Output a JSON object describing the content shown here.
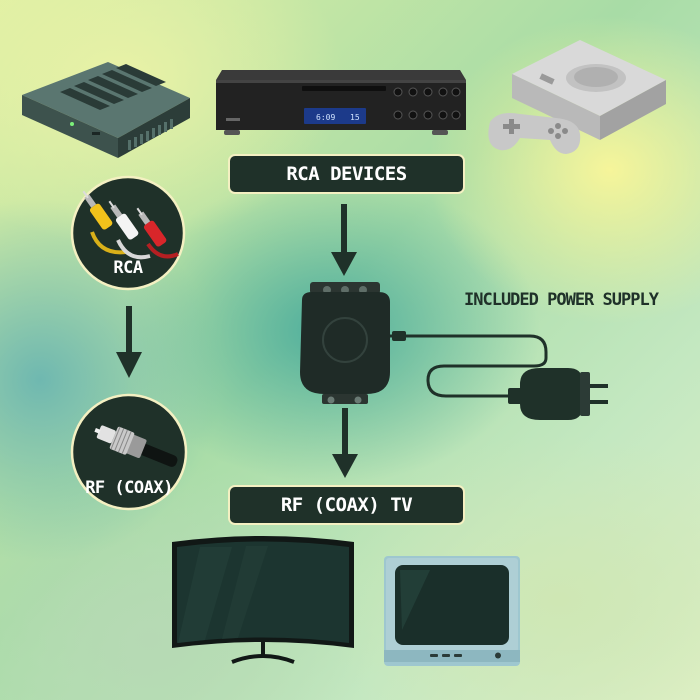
{
  "labels": {
    "rca_devices": "RCA DEVICES",
    "rca": "RCA",
    "rf_coax": "RF (COAX)",
    "rf_coax_tv": "RF (COAX) TV",
    "power_supply": "INCLUDED POWER SUPPLY"
  },
  "dvd_display": {
    "left": "6:09",
    "right": "15"
  },
  "colors": {
    "dark_green": "#1f3129",
    "pill_border": "#f4f0c2",
    "rca_yellow": "#f2c21b",
    "rca_white": "#f4f4f4",
    "rca_red": "#d8262a"
  }
}
